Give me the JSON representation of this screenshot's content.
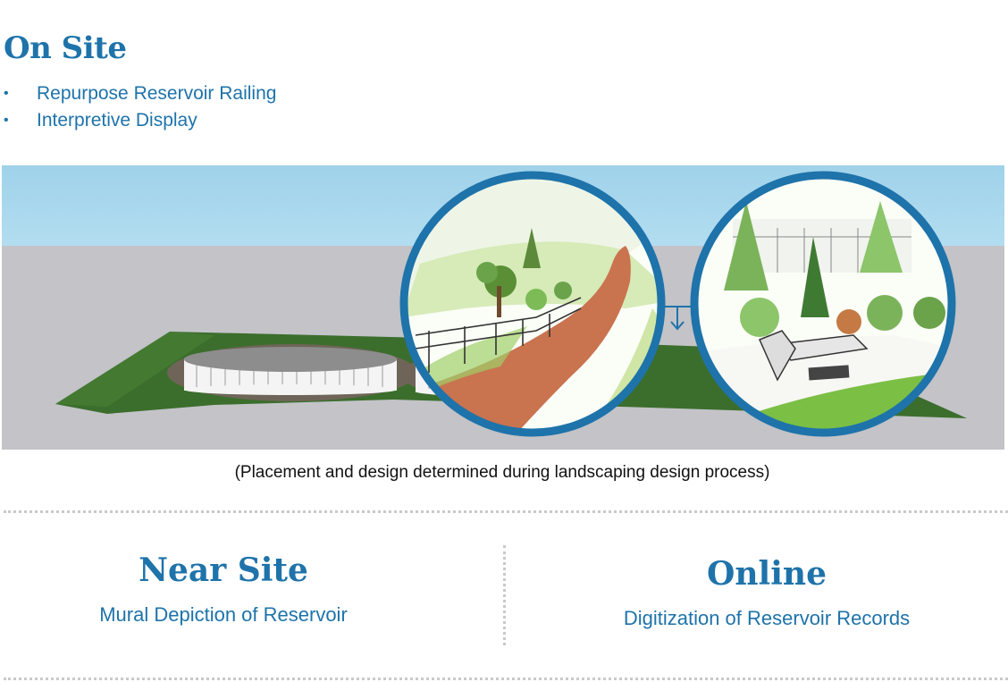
{
  "on_site": {
    "title": "On Site",
    "bullets": [
      "Repurpose Reservoir Railing",
      "Interpretive Display"
    ]
  },
  "scene": {
    "caption": "(Placement and design determined during landscaping design process)",
    "illustrations": [
      "reservoir-railing-path-sketch",
      "interpretive-display-sketch"
    ],
    "colors": {
      "sky": "#9fd2ea",
      "pavement": "#c3c3c8",
      "grass": "#3b6e2c",
      "frame": "#1e73aa"
    }
  },
  "near_site": {
    "title": "Near Site",
    "subtitle": "Mural Depiction of Reservoir"
  },
  "online": {
    "title": "Online",
    "subtitle": "Digitization of Reservoir Records"
  }
}
